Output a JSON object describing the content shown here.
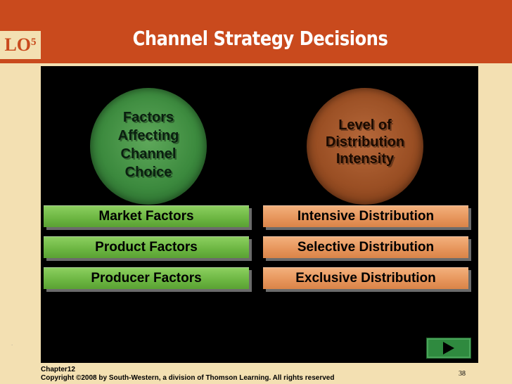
{
  "header": {
    "lo_label": "LO",
    "lo_number": "5",
    "title": "Channel Strategy Decisions"
  },
  "circles": {
    "left_lines": [
      "Factors",
      "Affecting",
      "Channel",
      "Choice"
    ],
    "right_lines": [
      "Level of",
      "Distribution",
      "Intensity"
    ]
  },
  "factors": [
    "Market Factors",
    "Product Factors",
    "Producer Factors"
  ],
  "distribution": [
    "Intensive Distribution",
    "Selective Distribution",
    "Exclusive Distribution"
  ],
  "footer": {
    "chapter": "Chapter12",
    "copyright": "Copyright ©2008 by South-Western, a division of Thomson Learning.  All rights reserved",
    "page": "38"
  },
  "colors": {
    "title_bar": "#c94a1d",
    "background": "#f3e0b2",
    "panel": "#000000",
    "green_bar": "#6bb541",
    "orange_bar": "#e6945a",
    "nav_button": "#2f8a3f"
  },
  "icons": {
    "next": "play-triangle-icon"
  }
}
